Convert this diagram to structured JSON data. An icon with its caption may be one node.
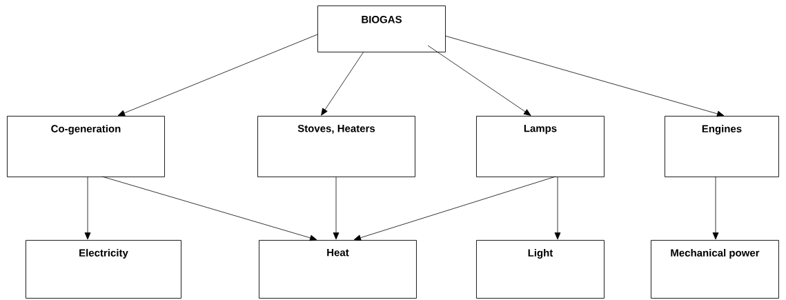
{
  "diagram": {
    "nodes": [
      {
        "text": [
          "BIOGAS"
        ]
      },
      {
        "text": [
          "Co-generation"
        ]
      },
      {
        "text": [
          "Stoves, Heaters"
        ]
      },
      {
        "text": [
          "Lamps"
        ]
      },
      {
        "text": [
          "Engines"
        ]
      },
      {
        "text": [
          "Electricity"
        ]
      },
      {
        "text": [
          "Heat"
        ]
      },
      {
        "text": [
          "Light"
        ]
      },
      {
        "text": [
          "Mechanical power"
        ]
      }
    ],
    "edges": [
      {
        "from": 0,
        "to": 1,
        "arrow": "to"
      },
      {
        "from": 0,
        "to": 2,
        "arrow": "to"
      },
      {
        "from": 0,
        "to": 3,
        "arrow": "to"
      },
      {
        "from": 0,
        "to": 4,
        "arrow": "to"
      },
      {
        "from": 1,
        "to": 5,
        "arrow": "to"
      },
      {
        "from": 1,
        "to": 6,
        "arrow": "to"
      },
      {
        "from": 2,
        "to": 6,
        "arrow": "to"
      },
      {
        "from": 3,
        "to": 6,
        "arrow": "to"
      },
      {
        "from": 3,
        "to": 7,
        "arrow": "to"
      },
      {
        "from": 4,
        "to": 8,
        "arrow": "to"
      }
    ]
  }
}
